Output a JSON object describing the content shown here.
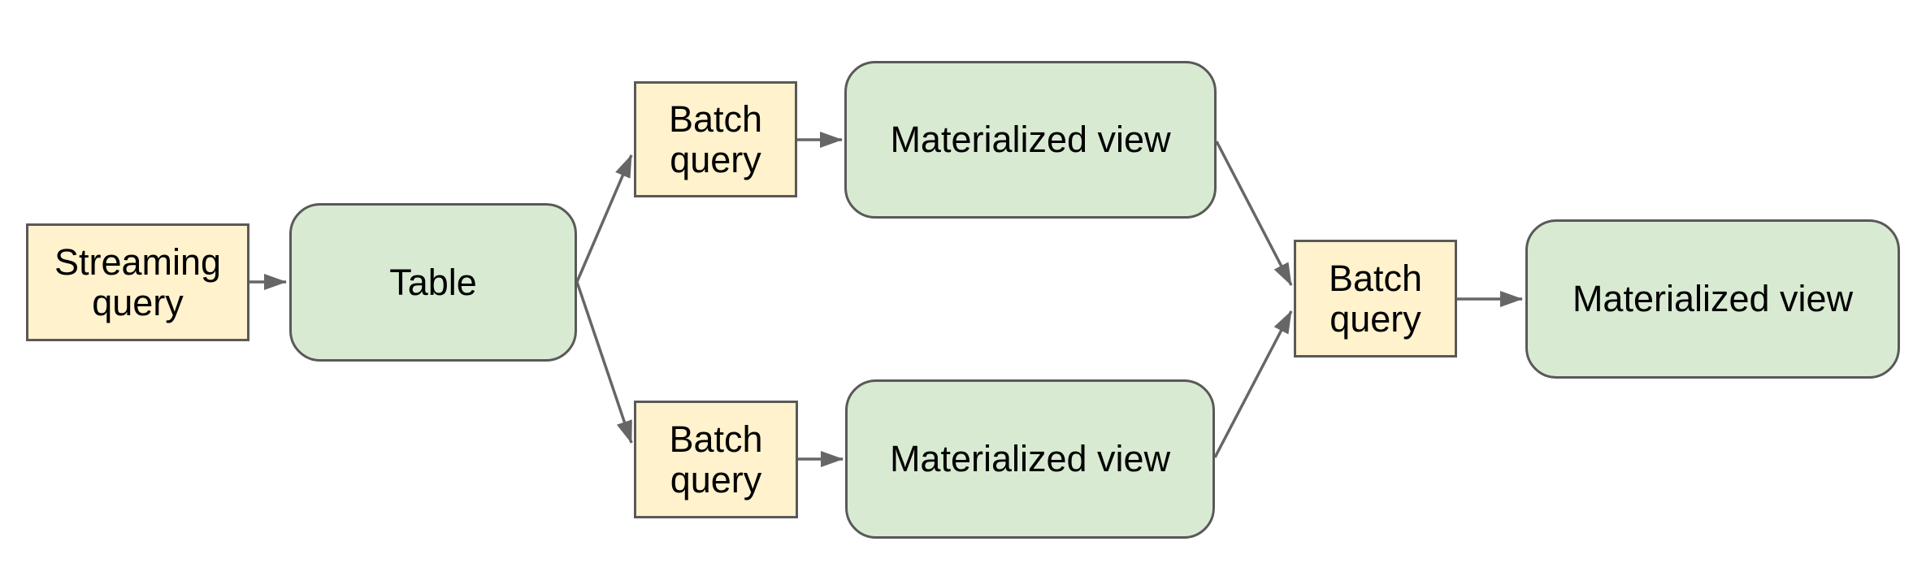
{
  "diagram": {
    "nodes": {
      "streaming_query": {
        "line1": "Streaming",
        "line2": "query",
        "shape": "rectangle",
        "fill": "#fff2cc"
      },
      "table": {
        "label": "Table",
        "shape": "rounded-rectangle",
        "fill": "#d9ead3"
      },
      "batch_query_top": {
        "line1": "Batch",
        "line2": "query",
        "shape": "rectangle",
        "fill": "#fff2cc"
      },
      "materialized_view_top": {
        "label": "Materialized view",
        "shape": "rounded-rectangle",
        "fill": "#d9ead3"
      },
      "batch_query_bottom": {
        "line1": "Batch",
        "line2": "query",
        "shape": "rectangle",
        "fill": "#fff2cc"
      },
      "materialized_view_bottom": {
        "label": "Materialized view",
        "shape": "rounded-rectangle",
        "fill": "#d9ead3"
      },
      "batch_query_right": {
        "line1": "Batch",
        "line2": "query",
        "shape": "rectangle",
        "fill": "#fff2cc"
      },
      "materialized_view_right": {
        "label": "Materialized view",
        "shape": "rounded-rectangle",
        "fill": "#d9ead3"
      }
    },
    "edges": [
      {
        "from": "streaming_query",
        "to": "table"
      },
      {
        "from": "table",
        "to": "batch_query_top"
      },
      {
        "from": "table",
        "to": "batch_query_bottom"
      },
      {
        "from": "batch_query_top",
        "to": "materialized_view_top"
      },
      {
        "from": "batch_query_bottom",
        "to": "materialized_view_bottom"
      },
      {
        "from": "materialized_view_top",
        "to": "batch_query_right"
      },
      {
        "from": "materialized_view_bottom",
        "to": "batch_query_right"
      },
      {
        "from": "batch_query_right",
        "to": "materialized_view_right"
      }
    ],
    "colors": {
      "node_yellow": "#fff2cc",
      "node_green": "#d9ead3",
      "node_border": "#595959",
      "arrow": "#666666",
      "text": "#000000",
      "background": "#ffffff"
    }
  }
}
